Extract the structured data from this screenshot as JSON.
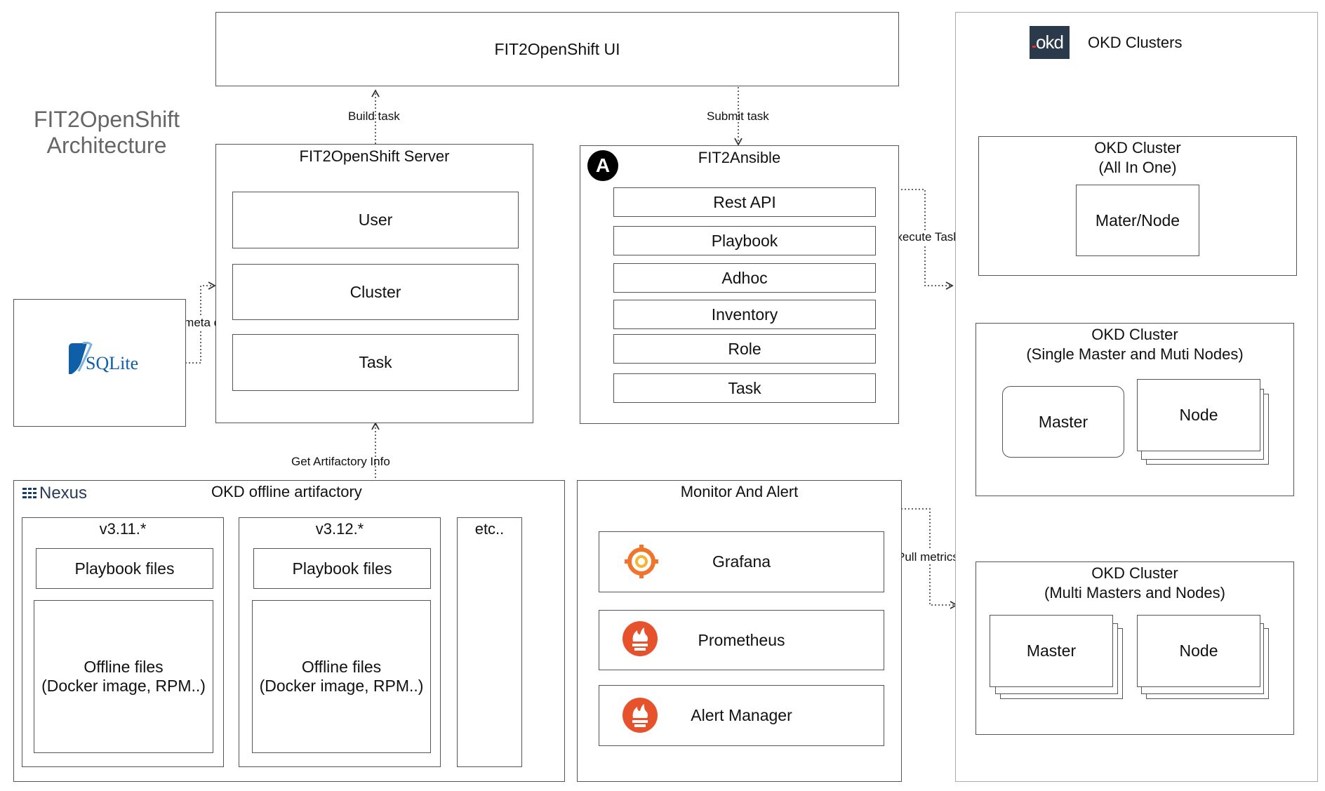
{
  "title": {
    "line1": "FIT2OpenShift",
    "line2": "Architecture"
  },
  "ui_box": {
    "label": "FIT2OpenShift UI"
  },
  "edges": {
    "build_task": "Build task",
    "submit_task": "Submit task",
    "pull_meta_data": "pull meta data",
    "execute_task": "Execute Task",
    "get_artifactory_info": "Get Artifactory Info",
    "pull_metrics": "Pull metrics"
  },
  "server": {
    "title": "FIT2OpenShift Server",
    "items": [
      "User",
      "Cluster",
      "Task"
    ]
  },
  "sqlite": {
    "logo_text": "SQLite"
  },
  "ansible": {
    "logo_letter": "A",
    "title": "FIT2Ansible",
    "items": [
      "Rest API",
      "Playbook",
      "Adhoc",
      "Inventory",
      "Role",
      "Task"
    ]
  },
  "artifactory": {
    "logo_text": "Nexus",
    "title": "OKD offline artifactory",
    "versions": [
      {
        "version": "v3.11.*",
        "playbook": "Playbook files",
        "offline_line1": "Offline files",
        "offline_line2": "(Docker image, RPM..)"
      },
      {
        "version": "v3.12.*",
        "playbook": "Playbook files",
        "offline_line1": "Offline files",
        "offline_line2": "(Docker image, RPM..)"
      }
    ],
    "etc": "etc.."
  },
  "monitor": {
    "title": "Monitor And Alert",
    "items": [
      "Grafana",
      "Prometheus",
      "Alert Manager"
    ]
  },
  "okd": {
    "logo_text": "okd",
    "title": "OKD Clusters",
    "all_in_one": {
      "line1": "OKD Cluster",
      "line2": "(All In One)",
      "node": "Mater/Node"
    },
    "single_master": {
      "line1": "OKD Cluster",
      "line2": "(Single Master and Muti Nodes)",
      "master": "Master",
      "node": "Node"
    },
    "multi_masters": {
      "line1": "OKD Cluster",
      "line2": "(Multi Masters and Nodes)",
      "master": "Master",
      "node": "Node"
    }
  },
  "colors": {
    "border": "#555555",
    "okd_logo_bg": "#2b3a4a",
    "okd_logo_red": "#e8302a",
    "sqlite_blue": "#0f5ea8",
    "grafana_orange": "#f0742a",
    "prometheus_red": "#e6522c",
    "ansible_black": "#000000"
  }
}
